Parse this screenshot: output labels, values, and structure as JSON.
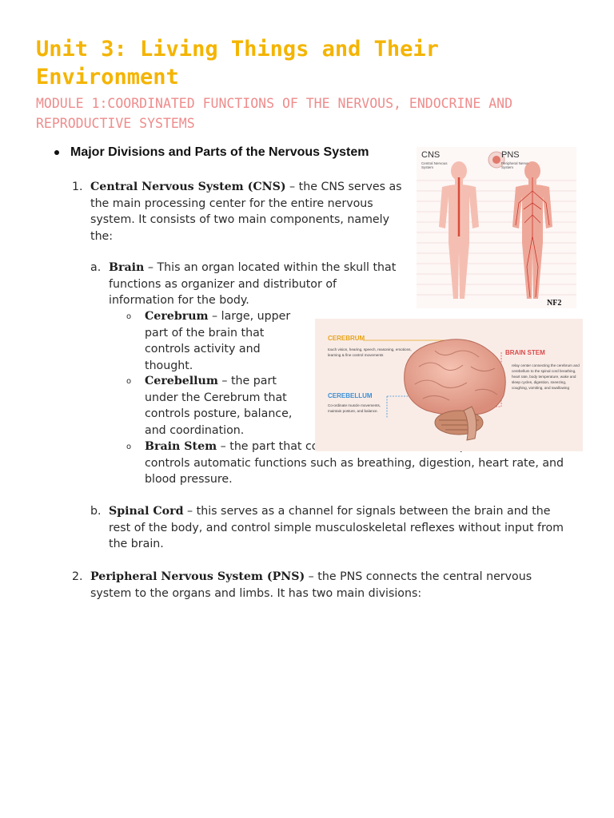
{
  "doc": {
    "title": "Unit 3: Living Things and Their Environment",
    "module": "MODULE 1:COORDINATED FUNCTIONS OF THE NERVOUS, ENDOCRINE AND REPRODUCTIVE SYSTEMS",
    "heading": "Major Divisions and Parts of the Nervous System",
    "cns": {
      "marker": "1.",
      "term": "Central Nervous System (CNS)",
      "text": " – the CNS serves as the main processing center for the entire nervous system. It consists of two main components, namely the:"
    },
    "brain": {
      "marker": "a.",
      "term": "Brain",
      "text": " – This an organ located within the skull that functions as organizer and distributor of information for the body."
    },
    "cerebrum": {
      "term": "Cerebrum",
      "text": " – large, upper part of the brain that controls activity and thought."
    },
    "cerebellum": {
      "term": "Cerebellum",
      "text": " – the part under the Cerebrum that controls posture, balance, and coordination."
    },
    "brainstem": {
      "term": "Brain Stem",
      "text": " – the part that connects the brain to the Spinal Cord and controls automatic functions such as breathing, digestion, heart rate, and blood pressure."
    },
    "spinal": {
      "marker": "b.",
      "term": "Spinal Cord",
      "text": " – this serves as a channel for signals between the brain and the rest of the body, and control simple musculoskeletal reflexes without input from the brain."
    },
    "pns": {
      "marker": "2.",
      "term": "Peripheral Nervous System (PNS)",
      "text": " – the PNS connects the central nervous system to the organs and limbs. It has two main divisions:"
    },
    "sub_bullet_glyph": "o"
  },
  "figure1": {
    "cns_label": "CNS",
    "cns_sub": "Central Nervous System",
    "pns_label": "PNS",
    "pns_sub": "Peripheral Nerve System",
    "badge": "NF2"
  },
  "figure2": {
    "cerebrum_label": "CEREBRUM",
    "cerebrum_desc": "touch vision, hearing, speech, reasoning, emotions, learning & fine control movements",
    "cerebellum_label": "CEREBELLUM",
    "cerebellum_desc": "Co-ordinate muscle movements, maintain posture, and balance.",
    "brainstem_label": "BRAIN STEM",
    "brainstem_desc": "relay center connecting the cerebrum and cerebellum to the spinal cord breathing, heart rate, body temperature, wake and sleep cycles, digestion, sneezing, coughing, vomiting, and swallowing"
  },
  "colors": {
    "title": "#f4b400",
    "module": "#ee8c8c",
    "cerebrum_label": "#e8a317",
    "cerebellum_label": "#3b8fd6",
    "brainstem_label": "#d94a4a"
  }
}
